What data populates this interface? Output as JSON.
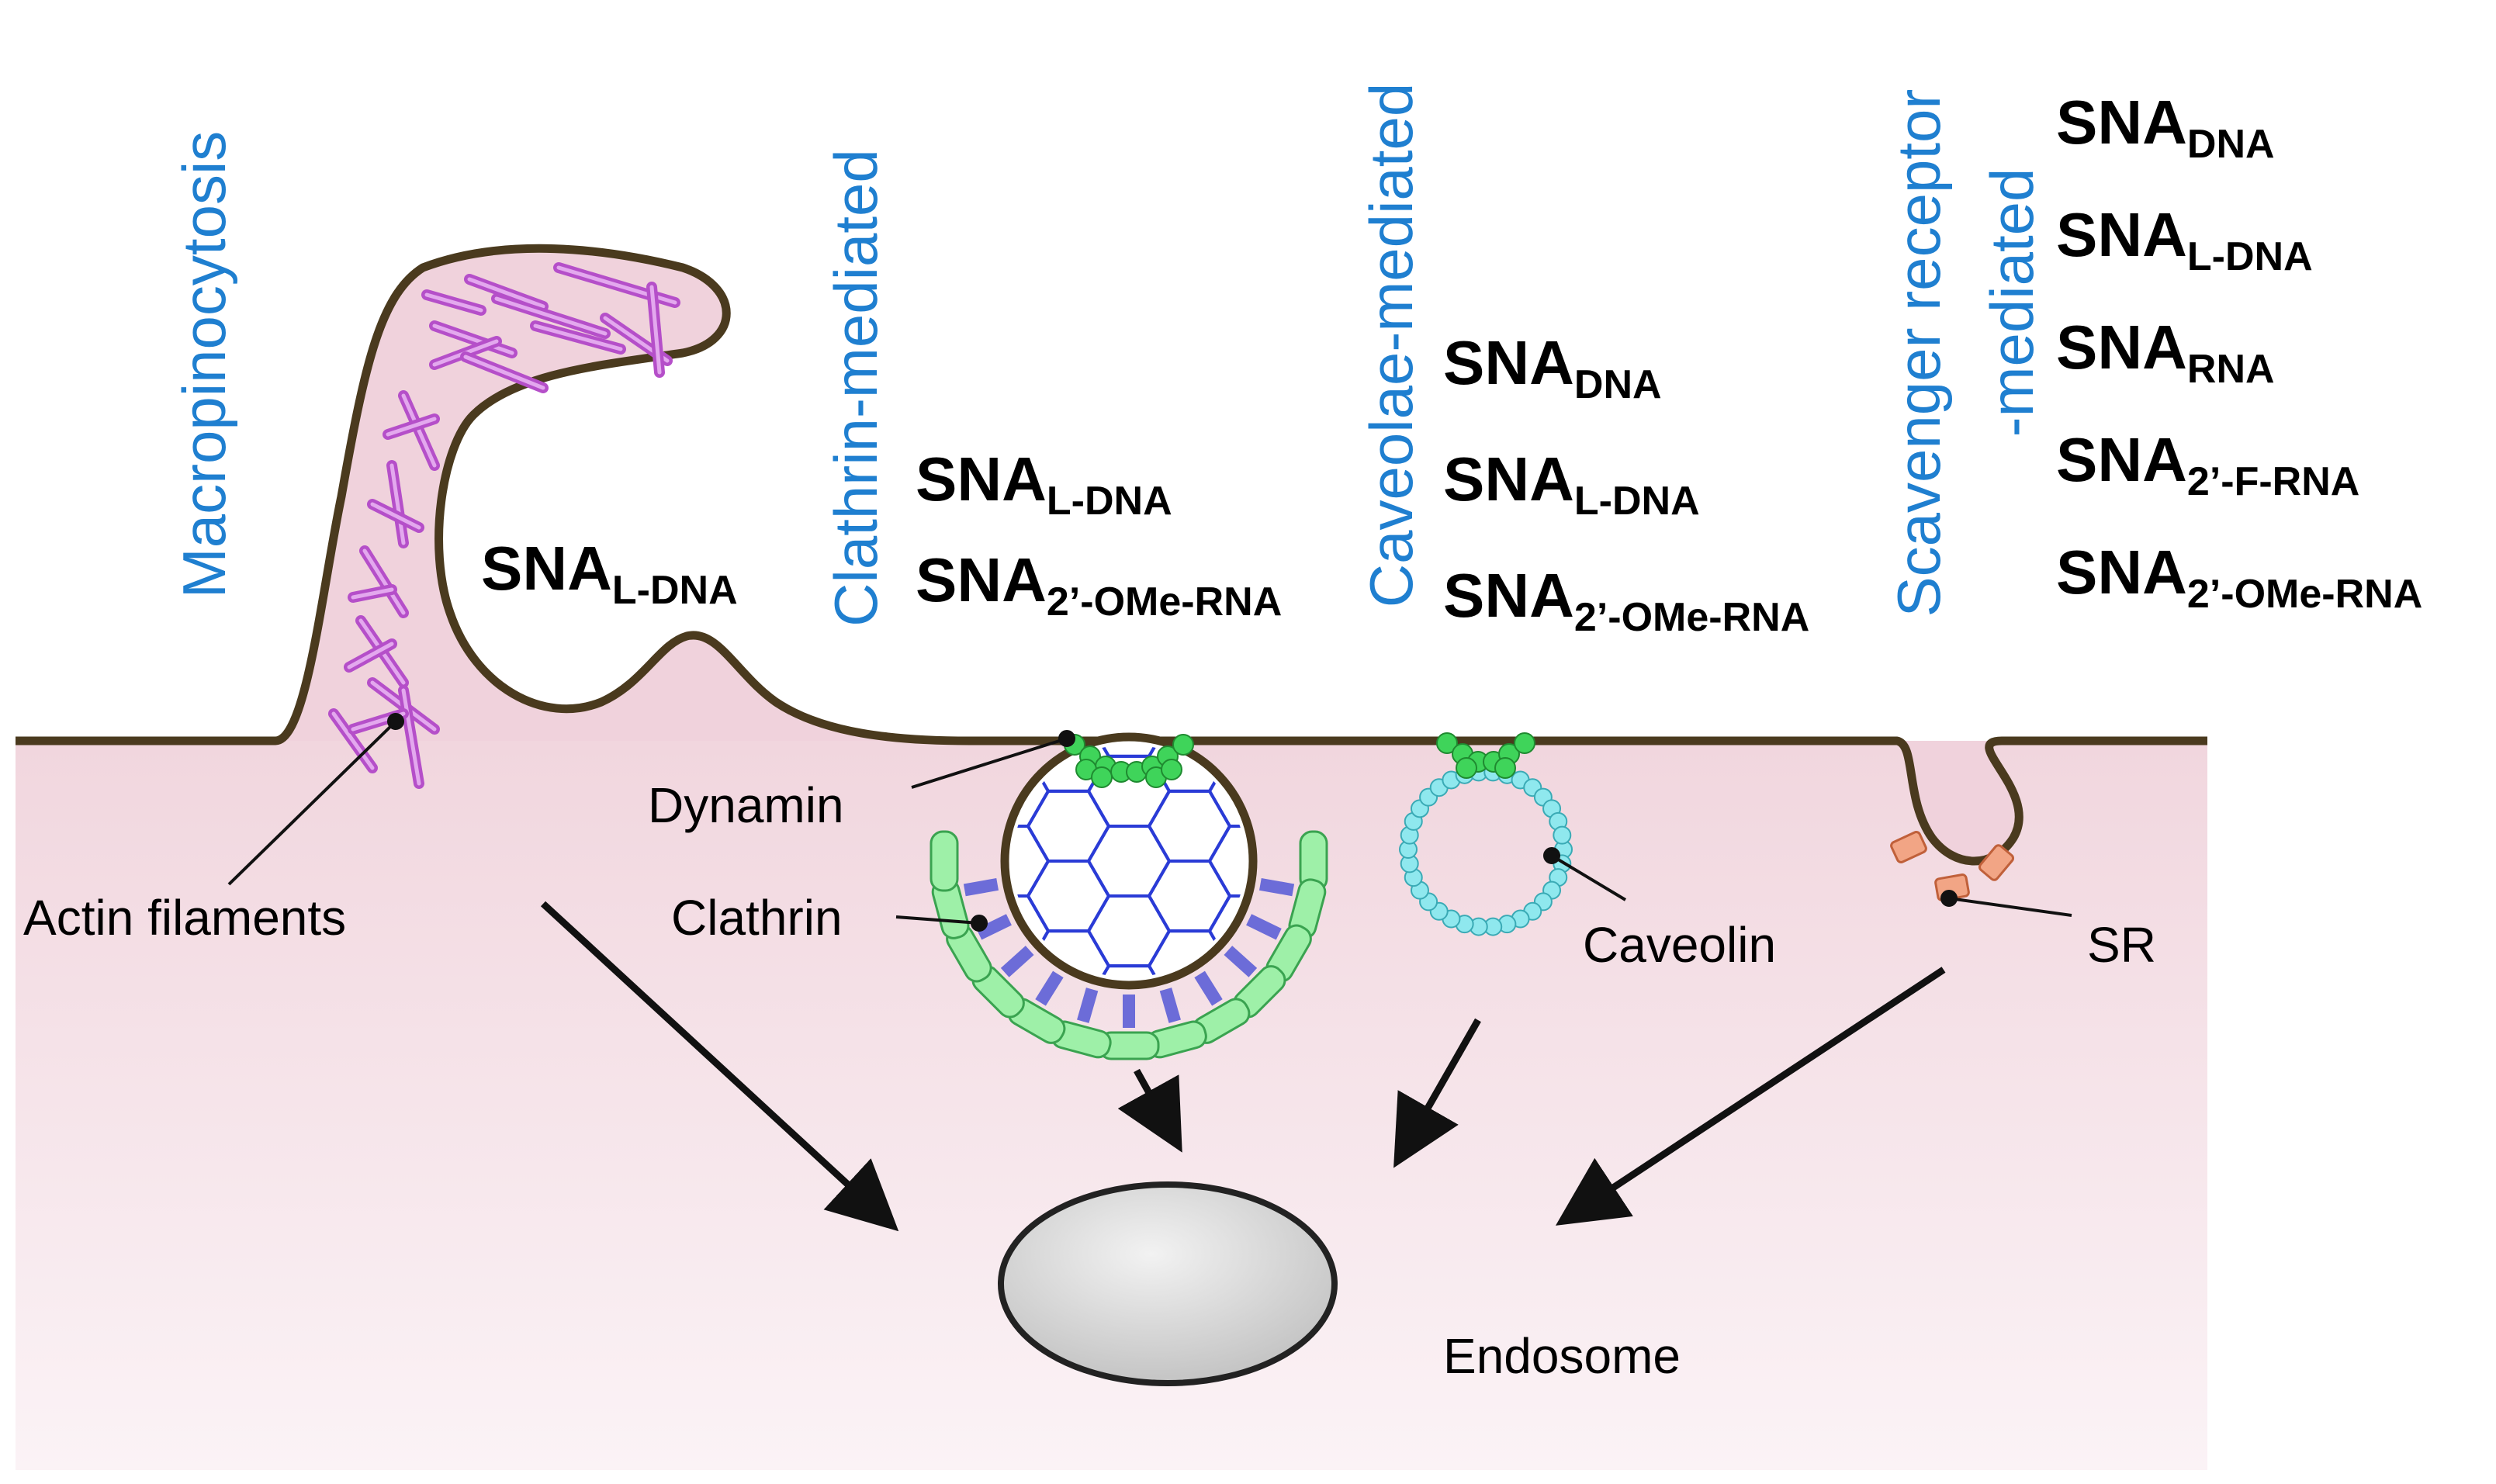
{
  "pathways": {
    "macropinocytosis": "Macropinocytosis",
    "clathrin": "Clathrin-mediated",
    "caveolae": "Caveolae-mediated",
    "scavenger_line1": "Scavenger receptor",
    "scavenger_line2": "-mediated"
  },
  "sna_lists": {
    "macropinocytosis": [
      {
        "base": "SNA",
        "sub": "L-DNA"
      }
    ],
    "clathrin": [
      {
        "base": "SNA",
        "sub": "L-DNA"
      },
      {
        "base": "SNA",
        "sub": "2’-OMe-RNA"
      }
    ],
    "caveolae": [
      {
        "base": "SNA",
        "sub": "DNA"
      },
      {
        "base": "SNA",
        "sub": "L-DNA"
      },
      {
        "base": "SNA",
        "sub": "2’-OMe-RNA"
      }
    ],
    "scavenger": [
      {
        "base": "SNA",
        "sub": "DNA"
      },
      {
        "base": "SNA",
        "sub": "L-DNA"
      },
      {
        "base": "SNA",
        "sub": "RNA"
      },
      {
        "base": "SNA",
        "sub": "2’-F-RNA"
      },
      {
        "base": "SNA",
        "sub": "2’-OMe-RNA"
      }
    ]
  },
  "callouts": {
    "actin": "Actin filaments",
    "dynamin": "Dynamin",
    "clathrin": "Clathrin",
    "caveolin": "Caveolin",
    "sr": "SR",
    "endosome": "Endosome"
  },
  "colors": {
    "membrane": "#4a3a1e",
    "cytoplasm_top": "#f1d6de",
    "cytoplasm_bottom": "#fbf3f6",
    "pathway_label": "#1f7fd0",
    "actin": "#b54fc9",
    "dynamin": "#3fd45a",
    "clathrin": "#9ef0a8",
    "clathrin_link": "#6c6cd8",
    "lattice": "#2a3bd6",
    "caveolin": "#8fe8ee",
    "sr": "#f2a585",
    "endosome": "#c8c8c8"
  }
}
